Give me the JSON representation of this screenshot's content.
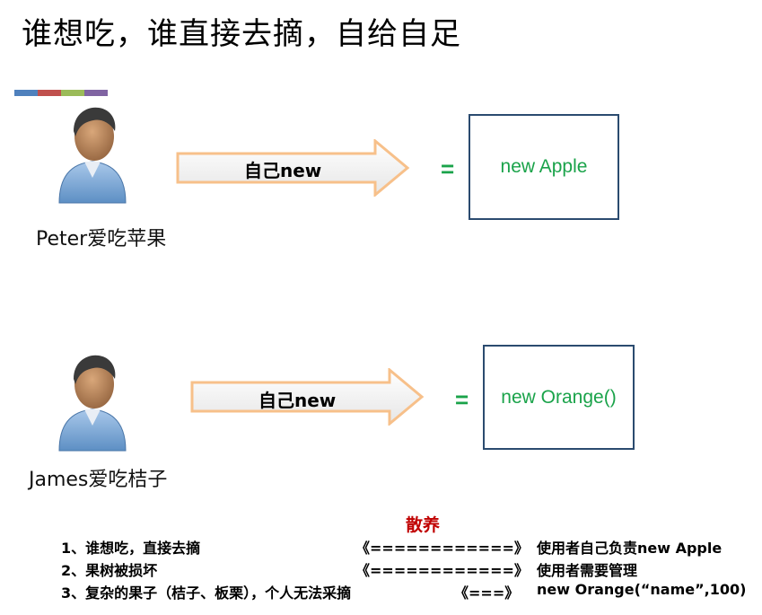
{
  "title": "谁想吃，谁直接去摘，自给自足",
  "colors": [
    "#4f81bd",
    "#c0504d",
    "#9bbb59",
    "#8064a2"
  ],
  "scenarios": [
    {
      "person_caption": "Peter爱吃苹果",
      "arrow_label": "自己new",
      "equals": "=",
      "box_text": "new Apple"
    },
    {
      "person_caption": "James爱吃桔子",
      "arrow_label": "自己new",
      "equals": "=",
      "box_text": "new Orange()"
    }
  ],
  "bottom": {
    "heading": "散养",
    "rows": [
      {
        "left": "1、谁想吃，直接去摘",
        "middle": "《============》",
        "right": "使用者自己负责new  Apple"
      },
      {
        "left": "2、果树被损坏",
        "middle": "《============》",
        "right": "使用者需要管理"
      },
      {
        "left": "3、复杂的果子（桔子、板栗），个人无法采摘",
        "middle": "《===》",
        "right": "new Orange(“name”,100)"
      }
    ]
  }
}
